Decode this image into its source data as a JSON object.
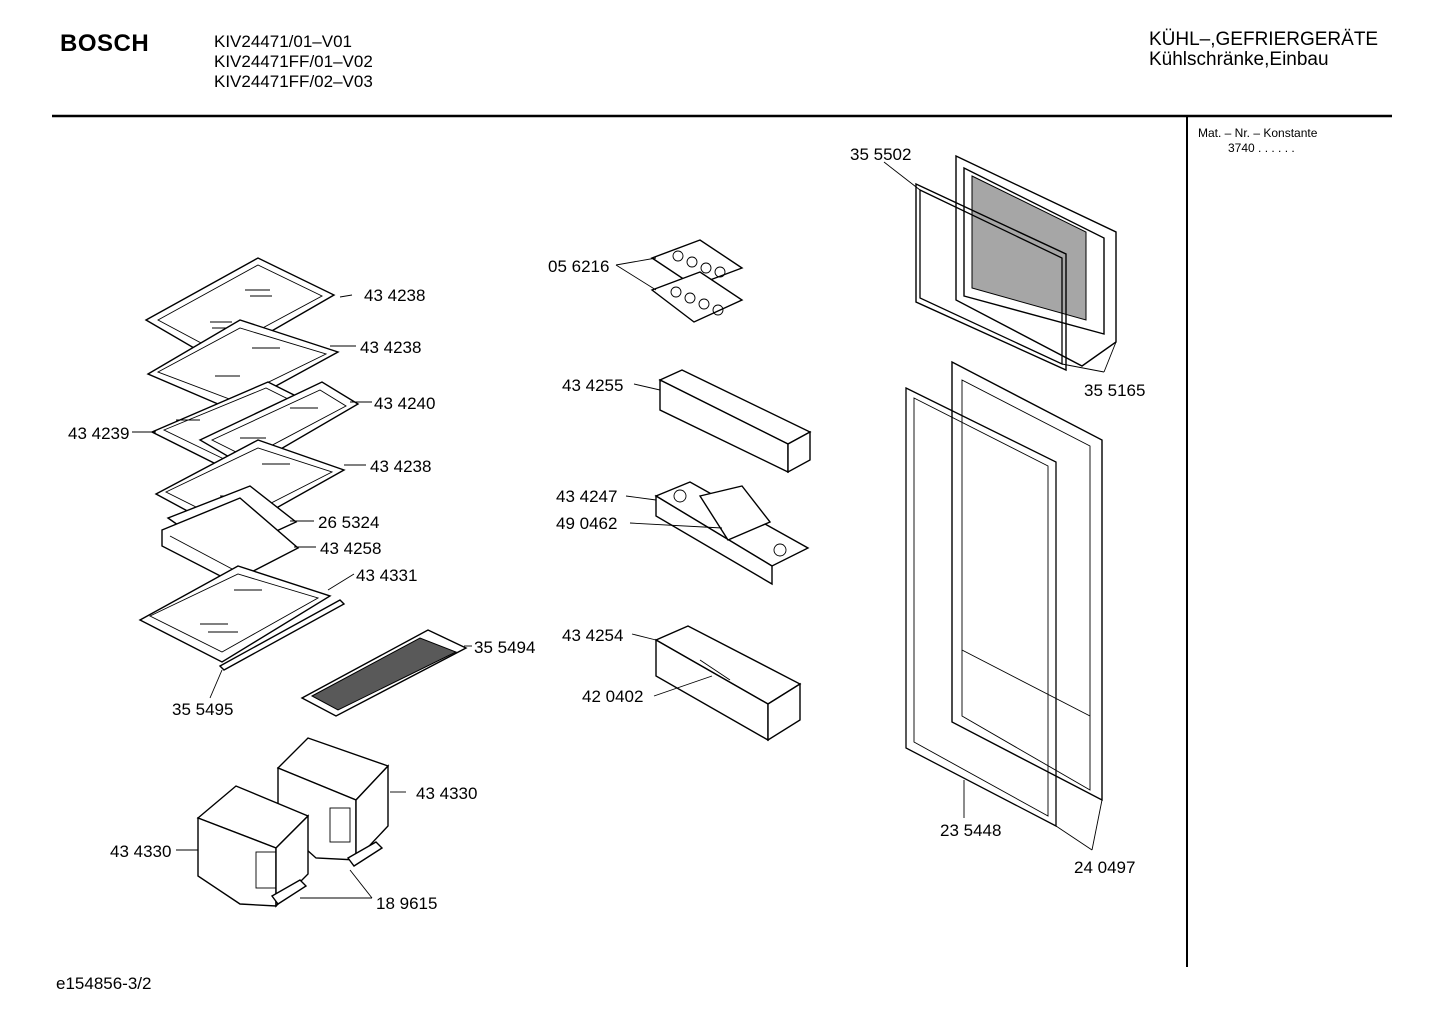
{
  "header": {
    "brand": "BOSCH",
    "models": [
      "KIV24471/01–V01",
      "KIV24471FF/01–V02",
      "KIV24471FF/02–V03"
    ],
    "category_line1": "KÜHL–,GEFRIERGERÄTE",
    "category_line2": "Kühlschränke,Einbau"
  },
  "side_panel": {
    "mat_nr_label": "Mat. – Nr. – Konstante",
    "mat_nr_value": "3740  .  .   .  .  .  ."
  },
  "footer": {
    "drawing_id": "e154856-3/2"
  },
  "part_labels": [
    "43 4238",
    "43 4238",
    "43 4240",
    "43 4239",
    "43 4238",
    "26 5324",
    "43 4258",
    "43 4331",
    "35 5494",
    "35 5495",
    "43 4330",
    "43 4330",
    "18 9615",
    "05 6216",
    "43 4255",
    "43 4247",
    "49 0462",
    "43 4254",
    "42 0402",
    "35 5502",
    "35 5165",
    "23 5448",
    "24 0497"
  ]
}
